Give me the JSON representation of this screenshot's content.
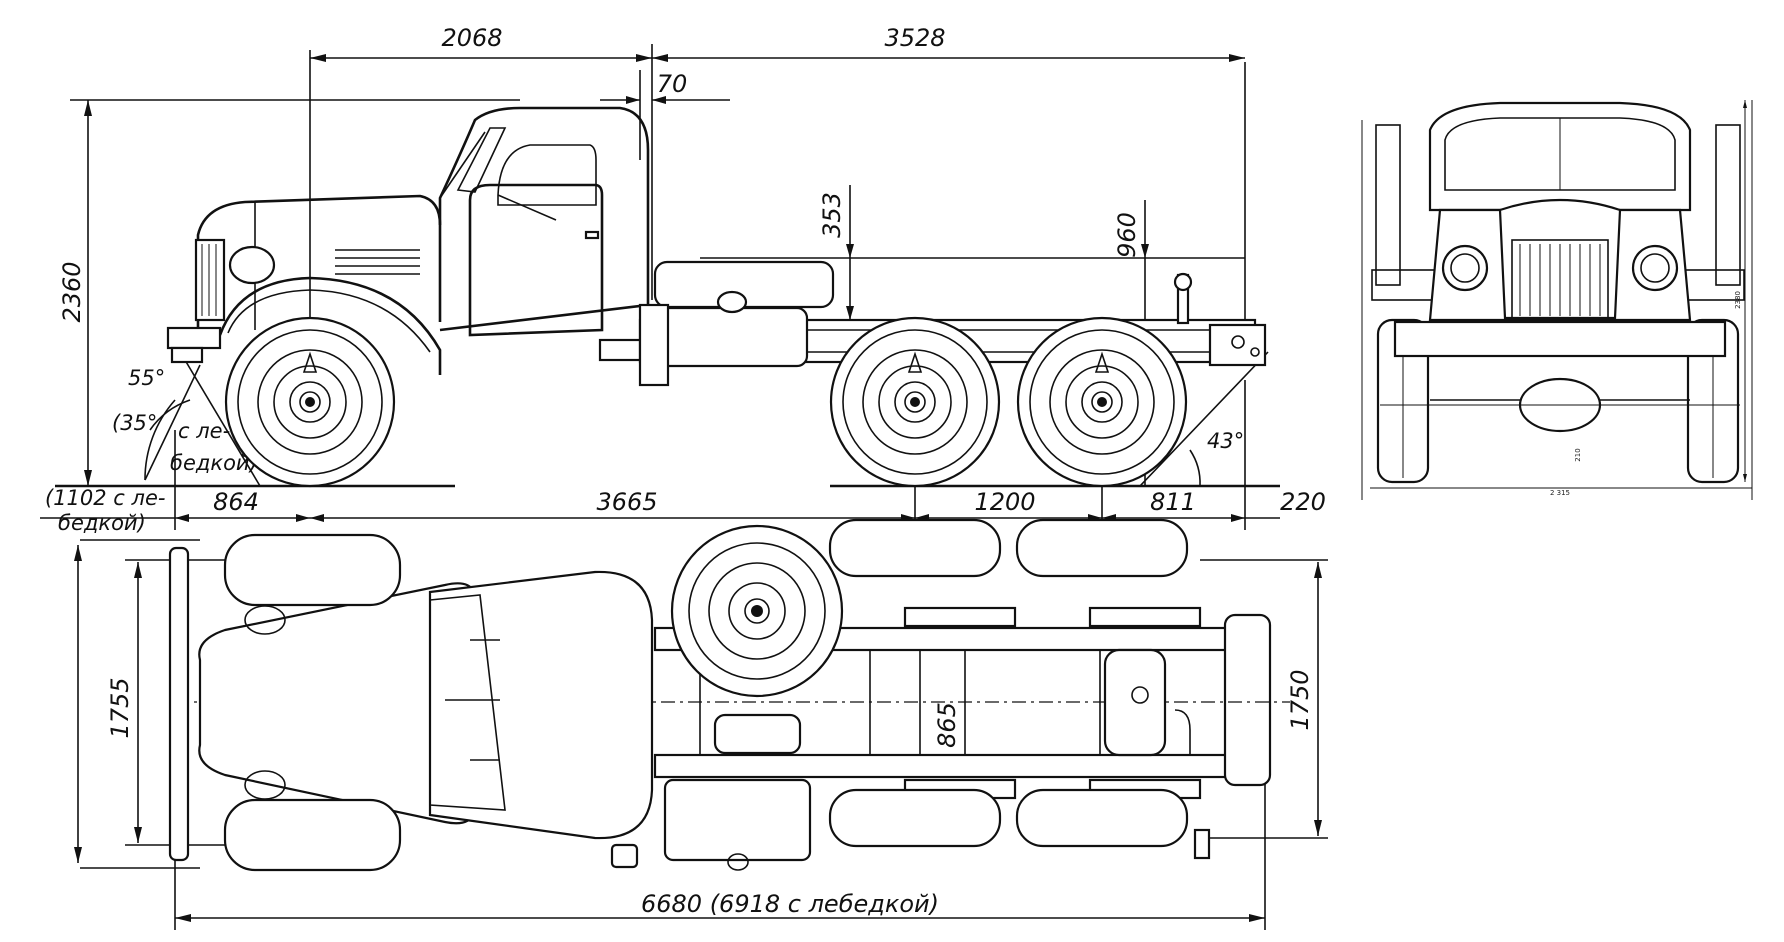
{
  "drawing": {
    "side_view": {
      "dim_front_axle_to_cab_rear": "2068",
      "dim_cab_to_rear": "3528",
      "dim_cab_gap": "70",
      "dim_frame_offset": "353",
      "dim_frame_height": "960",
      "dim_overall_height": "2360",
      "angle_approach": "55°",
      "angle_approach_winch": "(35°",
      "winch_note_line1": "с ле-",
      "winch_note_line2": "бедкой)",
      "angle_departure": "43°",
      "front_overhang_winch_line1": "(1102 с ле-",
      "front_overhang_winch_line2": "бедкой)",
      "dim_front_overhang": "864",
      "dim_wheelbase": "3665",
      "dim_bogie_base": "1200",
      "dim_rear_overhang": "811",
      "dim_ground_clearance": "220"
    },
    "top_view": {
      "dim_front_track": "1755",
      "dim_rear_track": "1750",
      "dim_frame_width": "865",
      "dim_overall_length": "6680 (6918 с лебедкой)"
    },
    "front_view": {
      "dim_height_small": "2380",
      "dim_width_small": "2 315",
      "dim_clearance_small": "210"
    }
  }
}
